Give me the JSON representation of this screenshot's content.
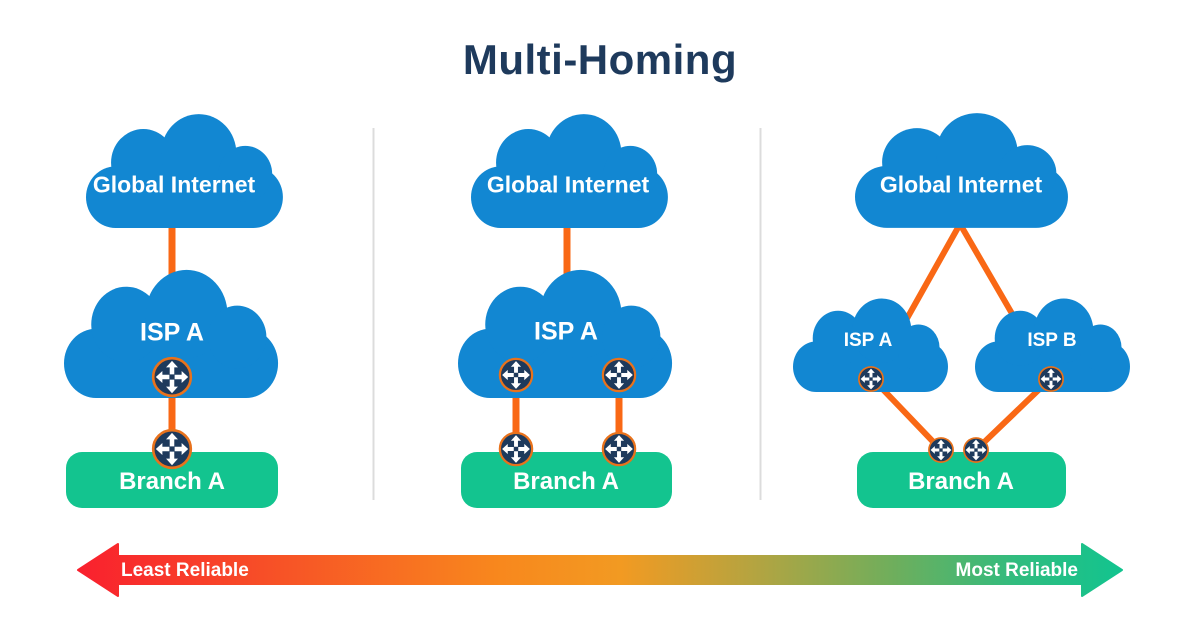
{
  "title": "Multi-Homing",
  "colors": {
    "cloud_blue": "#1287D2",
    "navy": "#1E3A5C",
    "link_orange": "#F96815",
    "branch_green": "#13C48F",
    "scale_red": "#F9202E",
    "scale_green": "#12C48F",
    "divider_gray": "#DCDCDC"
  },
  "icons": {
    "router": "router-icon",
    "cloud": "cloud-shape",
    "scale_arrow": "double-headed-gradient-arrow"
  },
  "panels": [
    {
      "internet_label": "Global Internet",
      "isp_a_label": "ISP A",
      "branch_label": "Branch A"
    },
    {
      "internet_label": "Global Internet",
      "isp_a_label": "ISP A",
      "branch_label": "Branch A"
    },
    {
      "internet_label": "Global Internet",
      "isp_a_label": "ISP A",
      "isp_b_label": "ISP B",
      "branch_label": "Branch A"
    }
  ],
  "reliability_scale": {
    "left_label": "Least Reliable",
    "right_label": "Most Reliable"
  }
}
